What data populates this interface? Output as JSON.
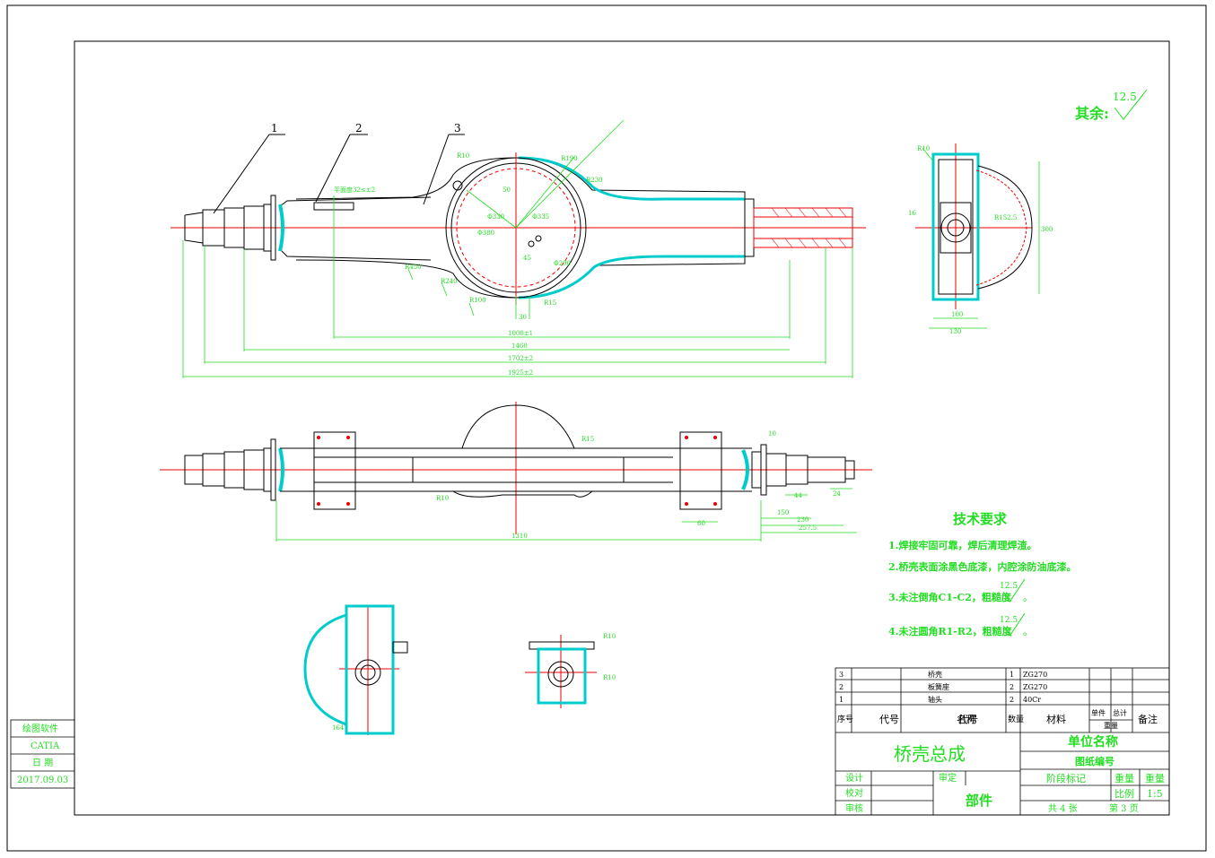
{
  "drawing": {
    "surface_roughness": {
      "label": "其余:",
      "value": "12.5"
    },
    "callouts": [
      "1",
      "2",
      "3"
    ],
    "dimensions_front": {
      "d1000": "1000±1",
      "d1460": "1460",
      "d1702": "1702±2",
      "d1925": "1925±2",
      "r190": "R190",
      "r230": "R230",
      "r450": "R450",
      "r240": "R240",
      "r100": "R100",
      "r10": "R10",
      "r15": "R15",
      "d50": "50",
      "d45": "45",
      "d30": "30",
      "flat": "平面度32≤±2",
      "phi330": "Φ330",
      "phi380": "Φ380",
      "phi290": "Φ290",
      "phi335": "Φ335"
    },
    "dimensions_top": {
      "d1310": "1310",
      "d60": "60",
      "d10": "10",
      "d44": "44",
      "d24": "24",
      "d150": "150",
      "d230": "230",
      "d257": "257.5",
      "r15": "R15",
      "r10": "R10"
    },
    "dimensions_side": {
      "r10": "R10",
      "d100": "100",
      "d130": "130",
      "d300": "300",
      "r152": "R152.5",
      "d16": "16"
    },
    "dimensions_section": {
      "d164": "164",
      "r10": "R10",
      "r10b": "R10"
    }
  },
  "tech": {
    "title": "技术要求",
    "items": [
      "1.焊接牢固可靠，焊后清理焊渣。",
      "2.桥壳表面涂黑色底漆，内腔涂防油底漆。",
      "3.未注倒角C1-C2，粗糙度",
      "4.未注圆角R1-R2，粗糙度"
    ],
    "roughness": "12.5",
    "suffix": "。"
  },
  "bom": {
    "rows": [
      {
        "no": "3",
        "name": "桥壳",
        "qty": "1",
        "material": "ZG270"
      },
      {
        "no": "2",
        "name": "板簧座",
        "qty": "2",
        "material": "ZG270"
      },
      {
        "no": "1",
        "name": "轴头",
        "qty": "2",
        "material": "40Cr"
      }
    ],
    "headers": {
      "no": "序号",
      "code": "代号",
      "name": "名称",
      "qty": "数量",
      "material": "材料",
      "unit": "单件",
      "total": "总计",
      "weight": "重量",
      "remark": "备注"
    }
  },
  "title_block": {
    "title": "桥壳总成",
    "unit_name": "单位名称",
    "drawing_no": "图纸编号",
    "design": "设计",
    "check": "校对",
    "review": "审核",
    "approve": "审定",
    "stage": "阶段标记",
    "weight": "重量",
    "weight2": "重量",
    "scale_label": "比例",
    "scale": "1:5",
    "part": "部件",
    "sheets": "共 4 张",
    "sheet": "第 3 页"
  },
  "side_box": {
    "software_label": "绘图软件",
    "software": "CATIA",
    "date_label": "日 期",
    "date": "2017.09.03"
  }
}
